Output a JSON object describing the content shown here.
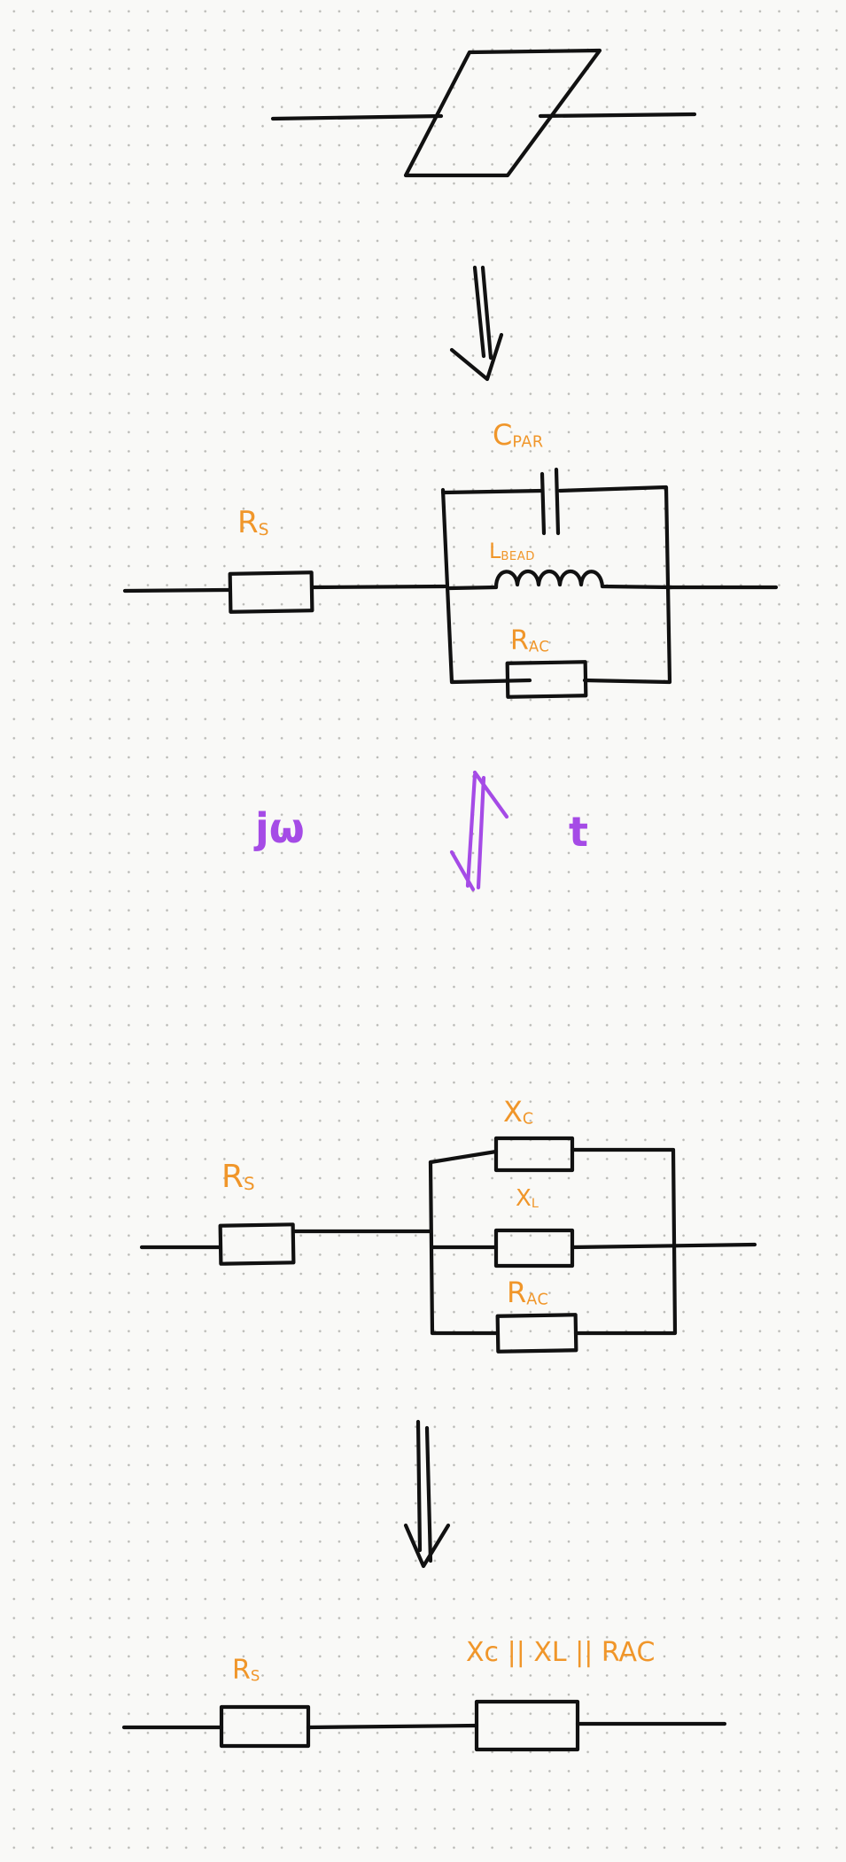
{
  "labels": {
    "c_par": {
      "main": "C",
      "sub": "PAR"
    },
    "r_s_1": {
      "main": "R",
      "sub": "S"
    },
    "l_bead": {
      "main": "L",
      "sub": "BEAD"
    },
    "r_ac_1": {
      "main": "R",
      "sub": "AC"
    },
    "r_s_2": {
      "main": "R",
      "sub": "S"
    },
    "x_c": {
      "main": "X",
      "sub": "C"
    },
    "x_l": {
      "main": "X",
      "sub": "L"
    },
    "r_ac_2": {
      "main": "R",
      "sub": "AC"
    },
    "r_s_3": {
      "main": "R",
      "sub": "S"
    },
    "equivalent": "Xc || XL || RAC"
  },
  "transform": {
    "left": "jω",
    "right": "t"
  },
  "colors": {
    "ink": "#111111",
    "label": "#f0962a",
    "transform": "#a54be6",
    "background": "#f9f9f7"
  }
}
